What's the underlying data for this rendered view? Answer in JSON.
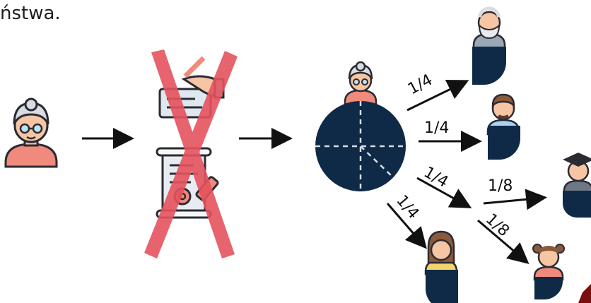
{
  "caption": "ństwa.",
  "fractions": {
    "grandfather": "1/4",
    "father": "1/4",
    "son_branch": "1/4",
    "daughter": "1/4",
    "grandson": "1/8",
    "granddaughter": "1/8"
  },
  "colors": {
    "navy": "#0e2a47",
    "cross": "#e5535e",
    "skin": "#f6c6a4",
    "shirt": "#f08a7c",
    "hair_grey": "#d9dde2",
    "hair_brown": "#8a5a3c",
    "shirt_blue": "#a9d3f0",
    "outline": "#2b2b33"
  },
  "icons": [
    "grandmother-icon",
    "signing-will-icon",
    "sealed-testament-icon",
    "grandfather-icon",
    "man-icon",
    "graduate-icon",
    "girl-icon",
    "little-girl-icon"
  ]
}
